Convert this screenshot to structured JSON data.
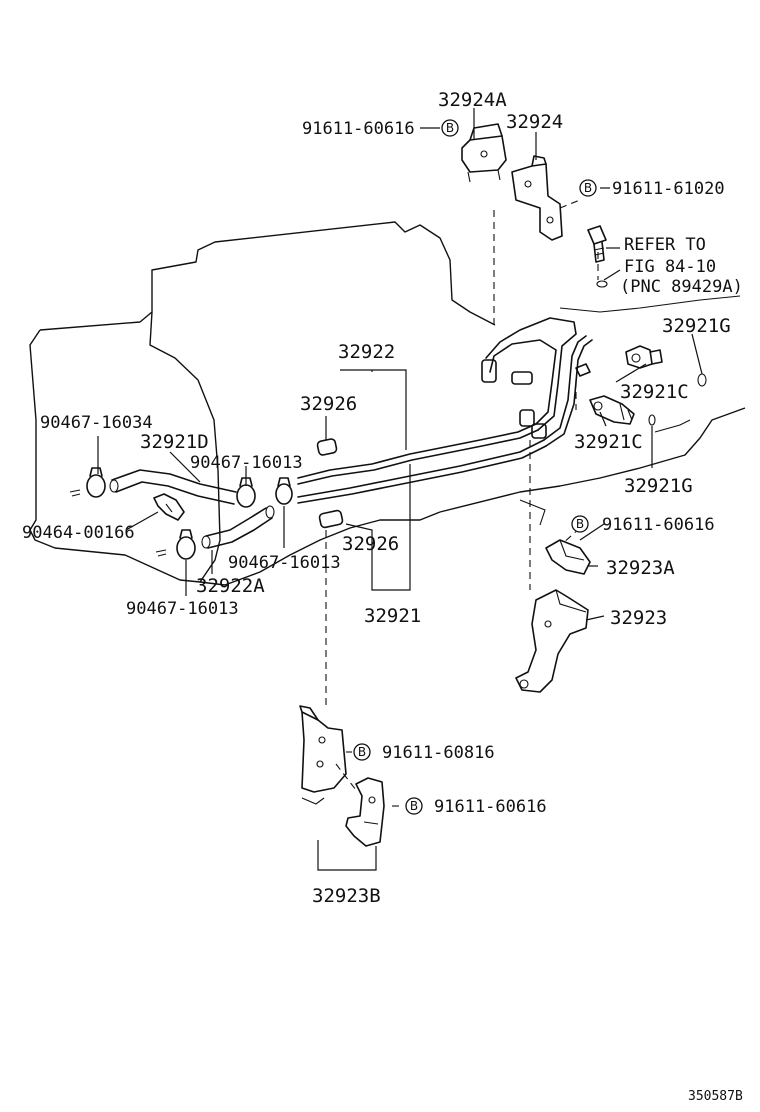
{
  "diagram": {
    "bolt_marker": "B",
    "figure_code": "350587B",
    "refer_note": {
      "line1": "REFER TO",
      "line2": "FIG 84-10",
      "line3": "(PNC 89429A)"
    },
    "labels": {
      "p32924A": "32924A",
      "p32924": "32924",
      "bolt_91611_60616_top": "91611-60616",
      "bolt_91611_61020": "91611-61020",
      "p32921G_top": "32921G",
      "p32921C_upper": "32921C",
      "p32921C_lower": "32921C",
      "p32921G_lower": "32921G",
      "p32922": "32922",
      "p32926_upper": "32926",
      "p32926_lower": "32926",
      "p32921": "32921",
      "p32921D": "32921D",
      "clip_90467_16034": "90467-16034",
      "clip_90467_16013_top": "90467-16013",
      "clip_90464_00166": "90464-00166",
      "clip_90467_16013_mid": "90467-16013",
      "p32922A": "32922A",
      "clip_90467_16013_bottom": "90467-16013",
      "bolt_91611_60616_right": "91611-60616",
      "p32923A": "32923A",
      "p32923": "32923",
      "bolt_91611_60816": "91611-60816",
      "bolt_91611_60616_bottom": "91611-60616",
      "p32923B": "32923B"
    }
  }
}
